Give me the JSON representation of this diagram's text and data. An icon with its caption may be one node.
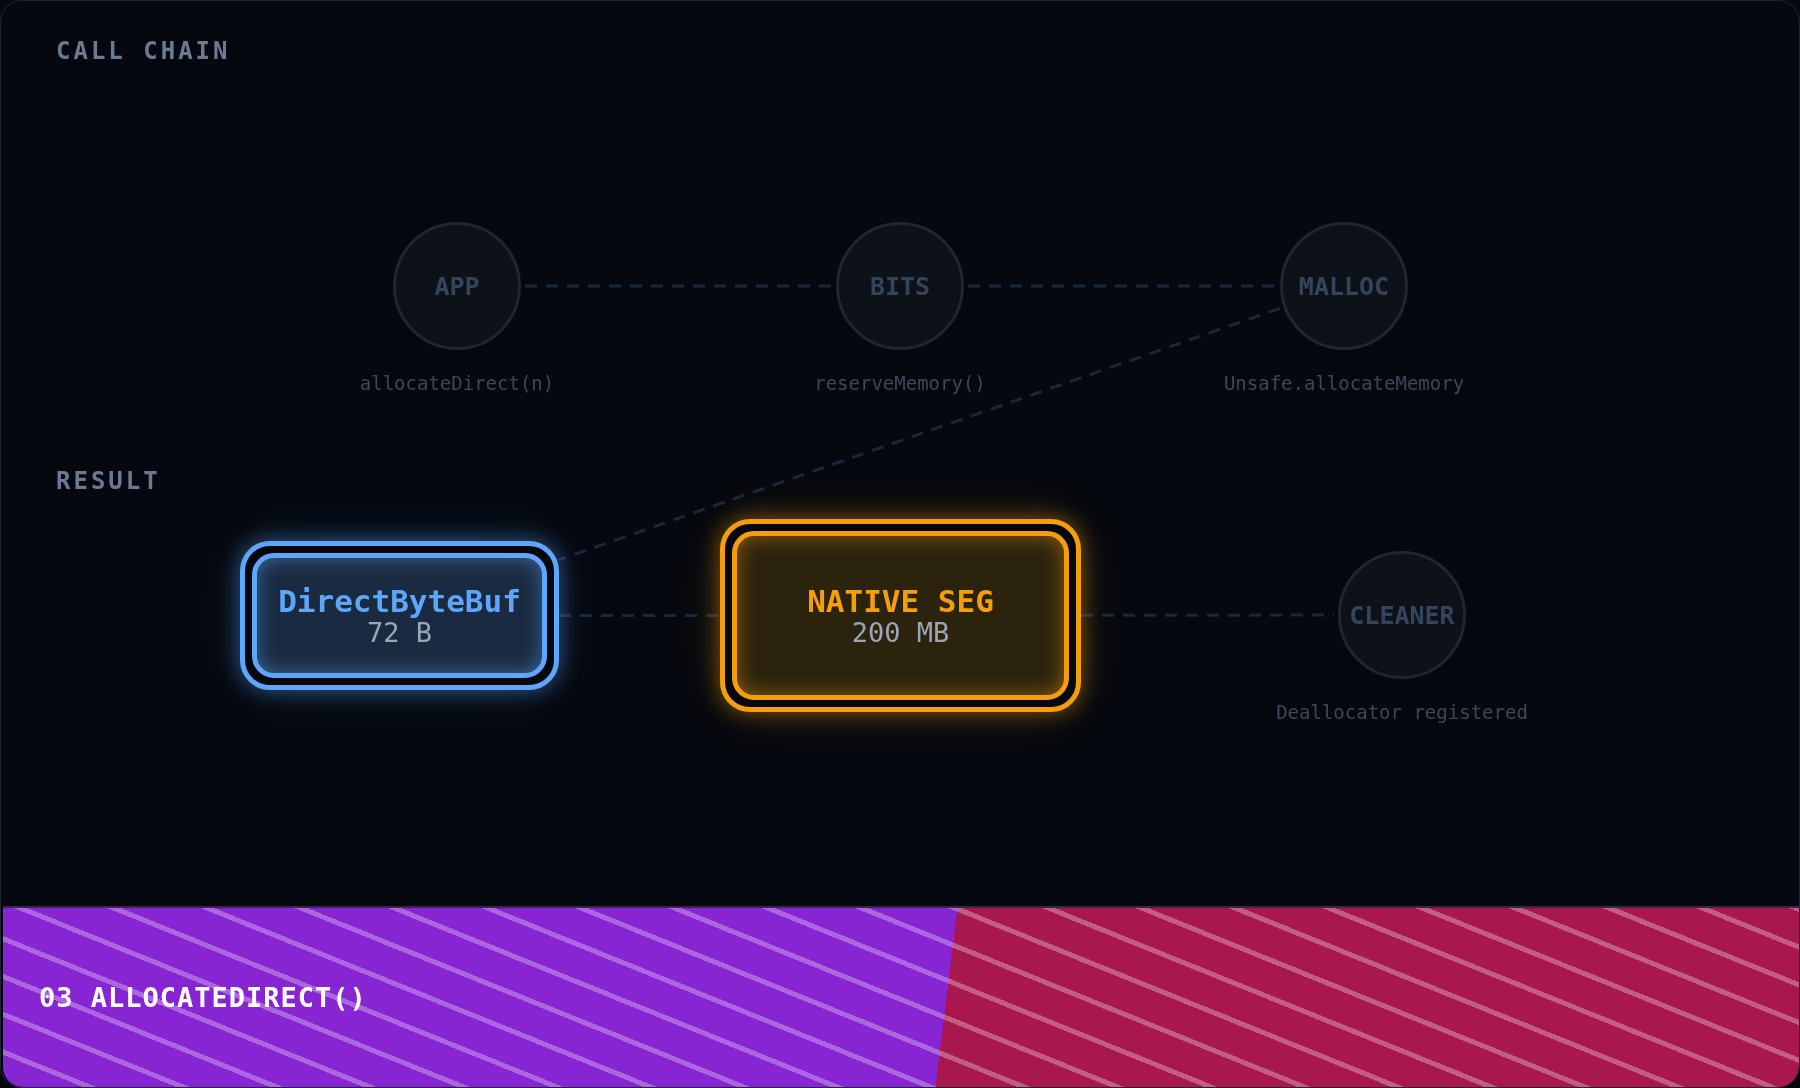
{
  "diagram": {
    "nodes": [
      {
        "text": [
          "APP"
        ],
        "beside": [
          "allocateDirect(n)"
        ]
      },
      {
        "text": [
          "BITS"
        ],
        "beside": [
          "reserveMemory()"
        ]
      },
      {
        "text": [
          "MALLOC"
        ],
        "beside": [
          "Unsafe.allocateMemory"
        ]
      },
      {
        "text": [
          "DirectByteBuf",
          "72 B"
        ]
      },
      {
        "text": [
          "NATIVE SEG",
          "200 MB"
        ]
      },
      {
        "text": [
          "CLEANER"
        ],
        "beside": [
          "Deallocator registered"
        ]
      },
      {
        "text": [
          "03 ALLOCATEDIRECT()"
        ]
      }
    ],
    "edges": [
      {
        "from": 0,
        "to": 1,
        "arrow": "none",
        "style": "dashed"
      },
      {
        "from": 1,
        "to": 2,
        "arrow": "none",
        "style": "dashed"
      },
      {
        "from": 2,
        "to": 3,
        "arrow": "none",
        "style": "dashed"
      },
      {
        "from": 3,
        "to": 4,
        "arrow": "none",
        "style": "dashed"
      },
      {
        "from": 4,
        "to": 5,
        "arrow": "none",
        "style": "dashed"
      }
    ],
    "labels": [
      "CALL CHAIN",
      "RESULT"
    ]
  }
}
